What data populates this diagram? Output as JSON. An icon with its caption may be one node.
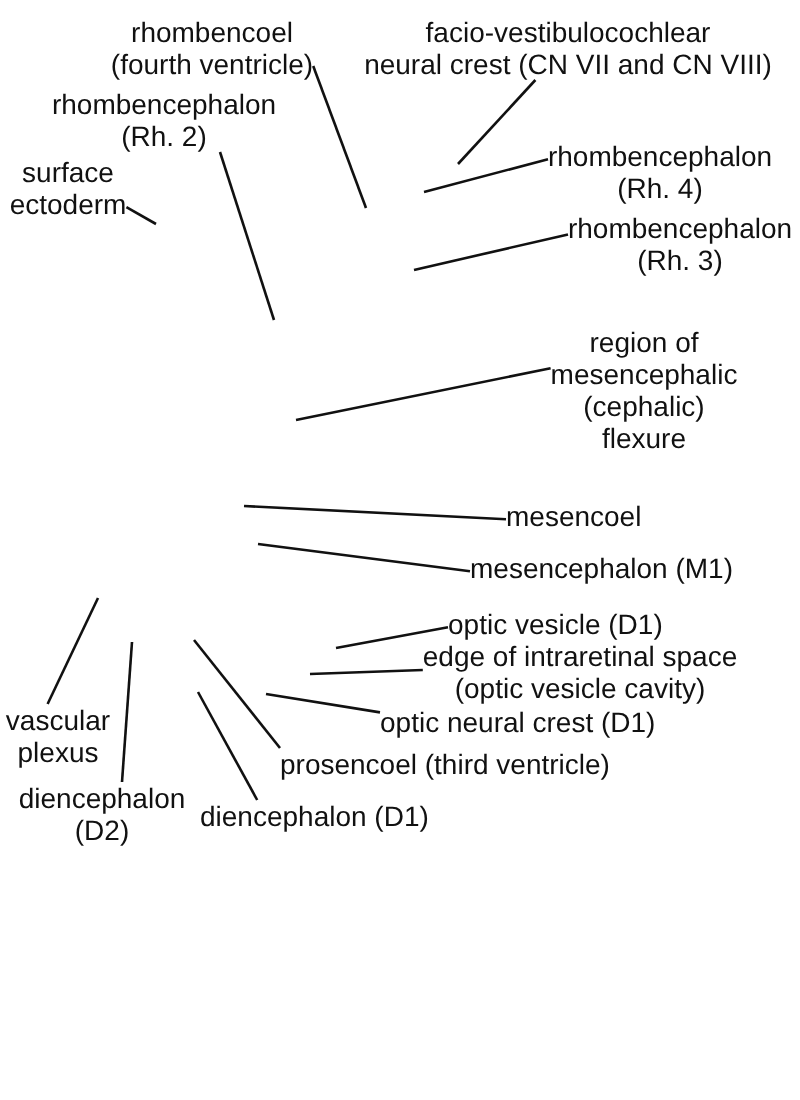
{
  "diagram": {
    "nodes": [
      {
        "text": [
          "rhombencoel (fourth ventricle)"
        ]
      },
      {
        "text": [
          "facio-vestibulocochlear neural crest (CN VII and CN VIII)"
        ]
      },
      {
        "text": [
          "rhombencephalon (Rh. 2)"
        ]
      },
      {
        "text": [
          "rhombencephalon (Rh. 4)"
        ]
      },
      {
        "text": [
          "surface ectoderm"
        ]
      },
      {
        "text": [
          "rhombencephalon (Rh. 3)"
        ]
      },
      {
        "text": [
          "region of mesencephalic (cephalic) flexure"
        ]
      },
      {
        "text": [
          "mesencoel"
        ]
      },
      {
        "text": [
          "mesencephalon (M1)"
        ]
      },
      {
        "text": [
          "optic vesicle (D1)"
        ]
      },
      {
        "text": [
          "edge of intraretinal space (optic vesicle cavity)"
        ]
      },
      {
        "text": [
          "vascular plexus"
        ]
      },
      {
        "text": [
          "optic neural crest (D1)"
        ]
      },
      {
        "text": [
          "prosencoel (third ventricle)"
        ]
      },
      {
        "text": [
          "diencephalon (D2)"
        ]
      },
      {
        "text": [
          "diencephalon (D1)"
        ]
      }
    ],
    "edges": [
      {
        "from": 0,
        "to": null,
        "arrow": "none"
      },
      {
        "from": 1,
        "to": null,
        "arrow": "none"
      },
      {
        "from": 2,
        "to": null,
        "arrow": "none"
      },
      {
        "from": 3,
        "to": null,
        "arrow": "none"
      },
      {
        "from": 4,
        "to": null,
        "arrow": "none"
      },
      {
        "from": 5,
        "to": null,
        "arrow": "none"
      },
      {
        "from": 6,
        "to": null,
        "arrow": "none"
      },
      {
        "from": 7,
        "to": null,
        "arrow": "none"
      },
      {
        "from": 8,
        "to": null,
        "arrow": "none"
      },
      {
        "from": 9,
        "to": null,
        "arrow": "none"
      },
      {
        "from": 10,
        "to": null,
        "arrow": "none"
      },
      {
        "from": 11,
        "to": null,
        "arrow": "none"
      },
      {
        "from": 12,
        "to": null,
        "arrow": "none"
      },
      {
        "from": 13,
        "to": null,
        "arrow": "none"
      },
      {
        "from": 14,
        "to": null,
        "arrow": "none"
      },
      {
        "from": 15,
        "to": null,
        "arrow": "none"
      }
    ]
  }
}
